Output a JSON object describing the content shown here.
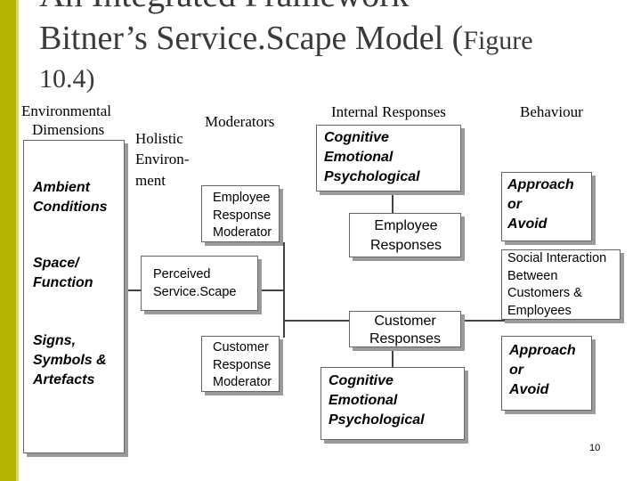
{
  "title": {
    "line1": "An Integrated Framework",
    "line2_main": "Bitner’s Service.Scape Model (",
    "line2_small": "Figure",
    "line3": "10.4)"
  },
  "headings": {
    "environmental": "Environmental",
    "dimensions": "Dimensions",
    "holistic": [
      "Holistic",
      "Environ-",
      "ment"
    ],
    "moderators": "Moderators",
    "internal_responses": "Internal Responses",
    "behaviour": "Behaviour"
  },
  "boxes": {
    "ambient": [
      "Ambient",
      "Conditions"
    ],
    "space": [
      "Space/",
      "Function"
    ],
    "signs": [
      "Signs,",
      "Symbols &",
      "Artefacts"
    ],
    "perceived": [
      "Perceived",
      "Service.Scape"
    ],
    "employee_moderator": [
      "Employee",
      "Response",
      "Moderator"
    ],
    "customer_moderator": [
      "Customer",
      "Response",
      "Moderator"
    ],
    "cognitive_top": [
      "Cognitive",
      "Emotional",
      "Psychological"
    ],
    "employee_responses": [
      "Employee",
      "Responses"
    ],
    "customer_responses": [
      "Customer",
      "Responses"
    ],
    "cognitive_bottom": [
      "Cognitive",
      "Emotional",
      "Psychological"
    ],
    "approach_top": [
      "Approach",
      "or",
      "Avoid"
    ],
    "social": [
      "Social Interaction",
      "Between",
      "Customers &",
      "Employees"
    ],
    "approach_bottom": [
      "Approach",
      "or",
      "Avoid"
    ]
  },
  "page_number": "10"
}
